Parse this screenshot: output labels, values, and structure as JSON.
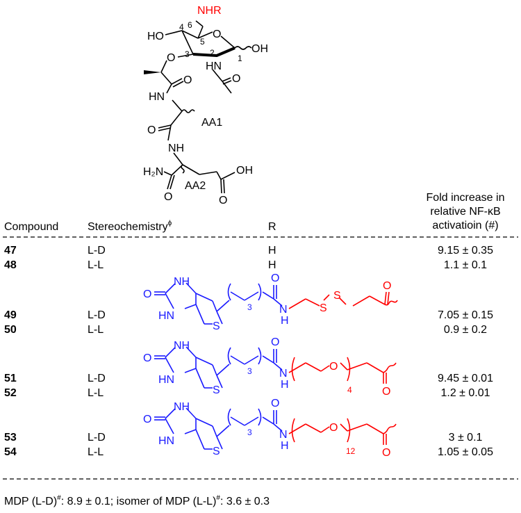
{
  "scaffold": {
    "substituent": "NHR",
    "ring_o": "O",
    "ho4": "HO",
    "oh1": "OH",
    "ether_o": "O",
    "hn_acetyl": "HN",
    "acetyl_o": "O",
    "pos1": "1",
    "pos2": "2",
    "pos3": "3",
    "pos4": "4",
    "pos5": "5",
    "pos6": "6",
    "lactyl_o": "O",
    "hn1": "HN",
    "aa1_o": "O",
    "aa1_label": "AA1",
    "nh2": "NH",
    "h2n": "H₂N",
    "aa2_o1": "O",
    "aa2_label": "AA2",
    "aa2_oh": "OH",
    "aa2_o2": "O"
  },
  "table": {
    "headers": {
      "compound": "Compound",
      "stereo": "Stereochemistry",
      "stereo_sup": "ϕ",
      "r": "R",
      "fold_line1": "Fold increase in",
      "fold_line2": "relative NF-κB",
      "fold_line3": "activatioin (#)"
    },
    "rows": [
      {
        "compound": "47",
        "stereo": "L-D",
        "r": "H",
        "fold": "9.15 ± 0.35"
      },
      {
        "compound": "48",
        "stereo": "L-L",
        "r": "H",
        "fold": "1.1 ± 0.1"
      },
      {
        "compound": "49",
        "stereo": "L-D",
        "fold": "7.05 ± 0.15"
      },
      {
        "compound": "50",
        "stereo": "L-L",
        "fold": "0.9 ± 0.2"
      },
      {
        "compound": "51",
        "stereo": "L-D",
        "fold": "9.45 ± 0.01"
      },
      {
        "compound": "52",
        "stereo": "L-L",
        "fold": "1.2 ± 0.01"
      },
      {
        "compound": "53",
        "stereo": "L-D",
        "fold": "3 ± 0.1"
      },
      {
        "compound": "54",
        "stereo": "L-L",
        "fold": "1.05 ± 0.05"
      }
    ]
  },
  "biotin": {
    "o": "O",
    "nh": "NH",
    "hn": "HN",
    "s": "S",
    "sub3": "3",
    "amide_o": "O",
    "amide_n": "N",
    "amide_h": "H"
  },
  "linker1": {
    "s1": "S",
    "s2": "S",
    "o": "O"
  },
  "linker2": {
    "o1": "O",
    "sub": "4",
    "o2": "O"
  },
  "linker3": {
    "o1": "O",
    "sub": "12",
    "o2": "O"
  },
  "footnote": {
    "a": "MDP (L-D)",
    "a_sup": "#",
    "b": ": 8.9 ± 0.1; isomer of MDP (L-L)",
    "b_sup": "#",
    "c": ": 3.6 ± 0.3"
  },
  "colors": {
    "biotin": "#1a1aff",
    "linker": "#ff0000",
    "black": "#000000"
  }
}
